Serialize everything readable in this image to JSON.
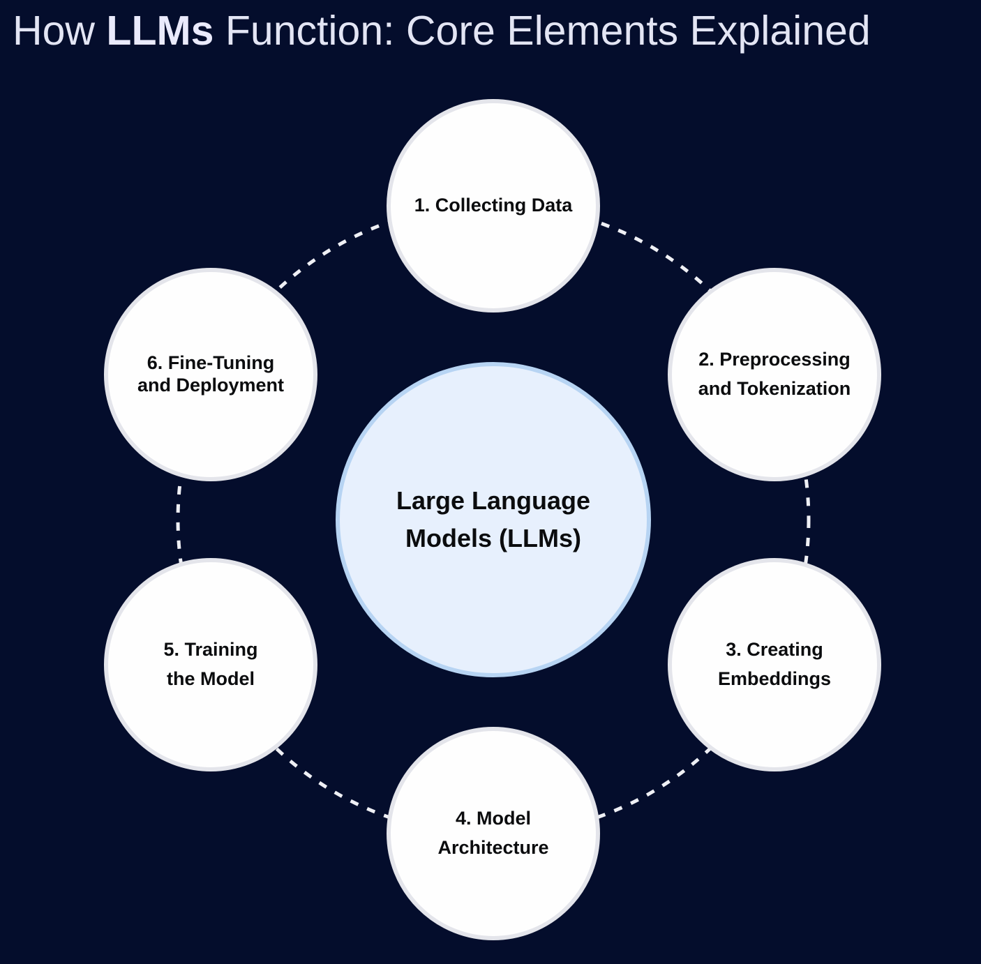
{
  "title": {
    "prefix": "How ",
    "emphasis": "LLMs",
    "suffix": " Function: Core Elements Explained"
  },
  "center_node": {
    "line1": "Large Language",
    "line2": "Models (LLMs)"
  },
  "nodes": [
    {
      "label": "1. Collecting Data",
      "lines": [
        "1. Collecting Data"
      ]
    },
    {
      "label": "2. Preprocessing and Tokenization",
      "lines": [
        "2. Preprocessing",
        "and Tokenization"
      ]
    },
    {
      "label": "3. Creating Embeddings",
      "lines": [
        "3. Creating",
        "Embeddings"
      ]
    },
    {
      "label": "4. Model Architecture",
      "lines": [
        "4. Model",
        "Architecture"
      ]
    },
    {
      "label": "5. Training the Model",
      "lines": [
        "5. Training",
        "the Model"
      ]
    },
    {
      "label": "6. Fine-Tuning and Deployment",
      "lines": [
        "6. Fine-Tuning",
        "and Deployment"
      ]
    }
  ],
  "colors": {
    "background": "#040d2c",
    "title_text": "#e3e5f4",
    "connector_dash": "#eff0f5",
    "center_fill": "#e7f0fd",
    "center_border": "#b7d4f3",
    "satellite_fill": "#fefefe",
    "satellite_border": "#e4e5eb",
    "node_text": "#0b0c0e"
  }
}
